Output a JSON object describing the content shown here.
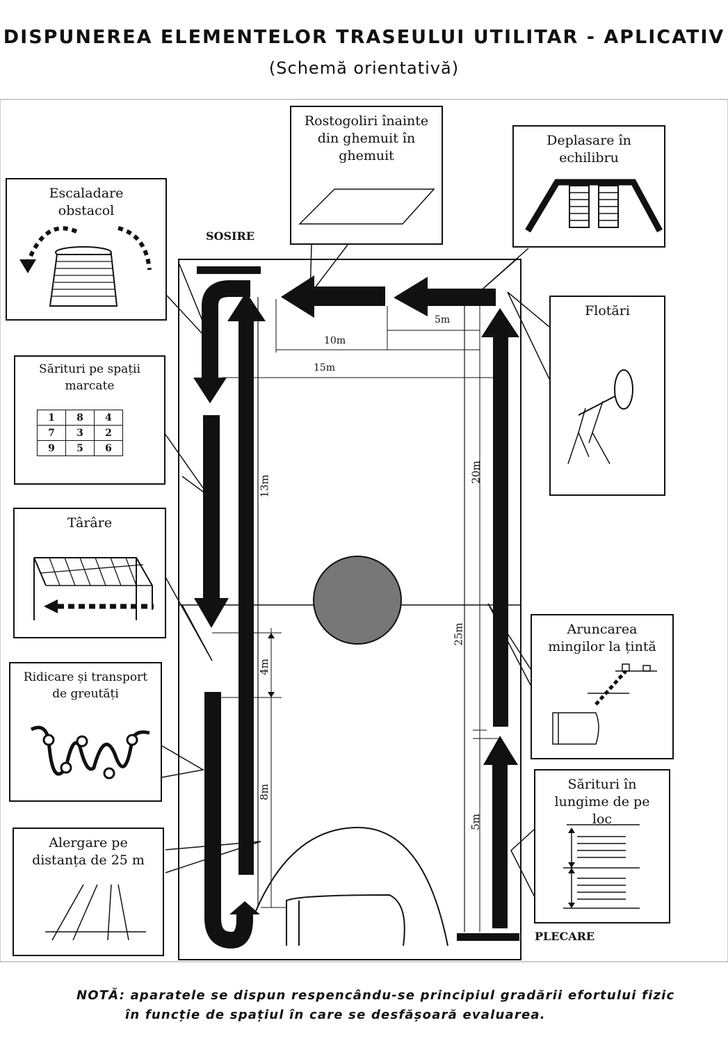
{
  "title": "DISPUNEREA ELEMENTELOR TRASEULUI UTILITAR - APLICATIV",
  "subtitle": "(Schemă orientativă)",
  "labels": {
    "start": "PLECARE",
    "finish": "SOSIRE"
  },
  "distances": {
    "d5m_top": "5m",
    "d10m": "10m",
    "d15m": "15m",
    "d13m": "13m",
    "d20m": "20m",
    "d25m": "25m",
    "d4m": "4m",
    "d8m": "8m",
    "d5m_right": "5m"
  },
  "stations": {
    "rostogoliri": [
      "Rostogoliri înainte",
      "din ghemuit în",
      "ghemuit"
    ],
    "deplasare": [
      "Deplasare în",
      "echilibru"
    ],
    "escaladare": [
      "Escaladare",
      "obstacol"
    ],
    "flotari": [
      "Flotări"
    ],
    "sarituri_spatii": [
      "Sărituri pe spații",
      "marcate"
    ],
    "tarare": [
      "Târâre"
    ],
    "aruncarea": [
      "Aruncarea",
      "mingilor la țintă"
    ],
    "ridicare": [
      "Ridicare și transport",
      "de greutăți"
    ],
    "sarituri_lungime": [
      "Sărituri în",
      "lungime de pe",
      "loc"
    ],
    "alergare": [
      "Alergare pe",
      "distanța de 25 m"
    ]
  },
  "grid_numbers": [
    [
      "1",
      "8",
      "4"
    ],
    [
      "7",
      "3",
      "2"
    ],
    [
      "9",
      "5",
      "6"
    ]
  ],
  "note": [
    "NOTĂ: aparatele se dispun respencându-se principiul gradării efortului fizic",
    "în funcție de spațiul în care se desfășoară evaluarea."
  ]
}
